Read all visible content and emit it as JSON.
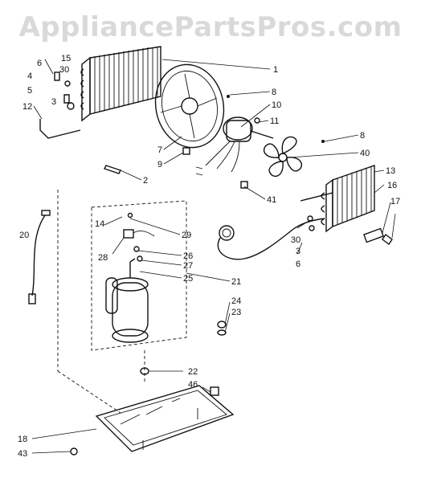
{
  "watermark": "AppliancePartsPros.com",
  "callouts": [
    "1",
    "2",
    "3",
    "3",
    "4",
    "5",
    "6",
    "6",
    "7",
    "8",
    "8",
    "9",
    "10",
    "11",
    "12",
    "13",
    "14",
    "15",
    "16",
    "17",
    "18",
    "20",
    "21",
    "22",
    "23",
    "24",
    "25",
    "26",
    "27",
    "28",
    "29",
    "30",
    "30",
    "40",
    "41",
    "43",
    "46"
  ]
}
